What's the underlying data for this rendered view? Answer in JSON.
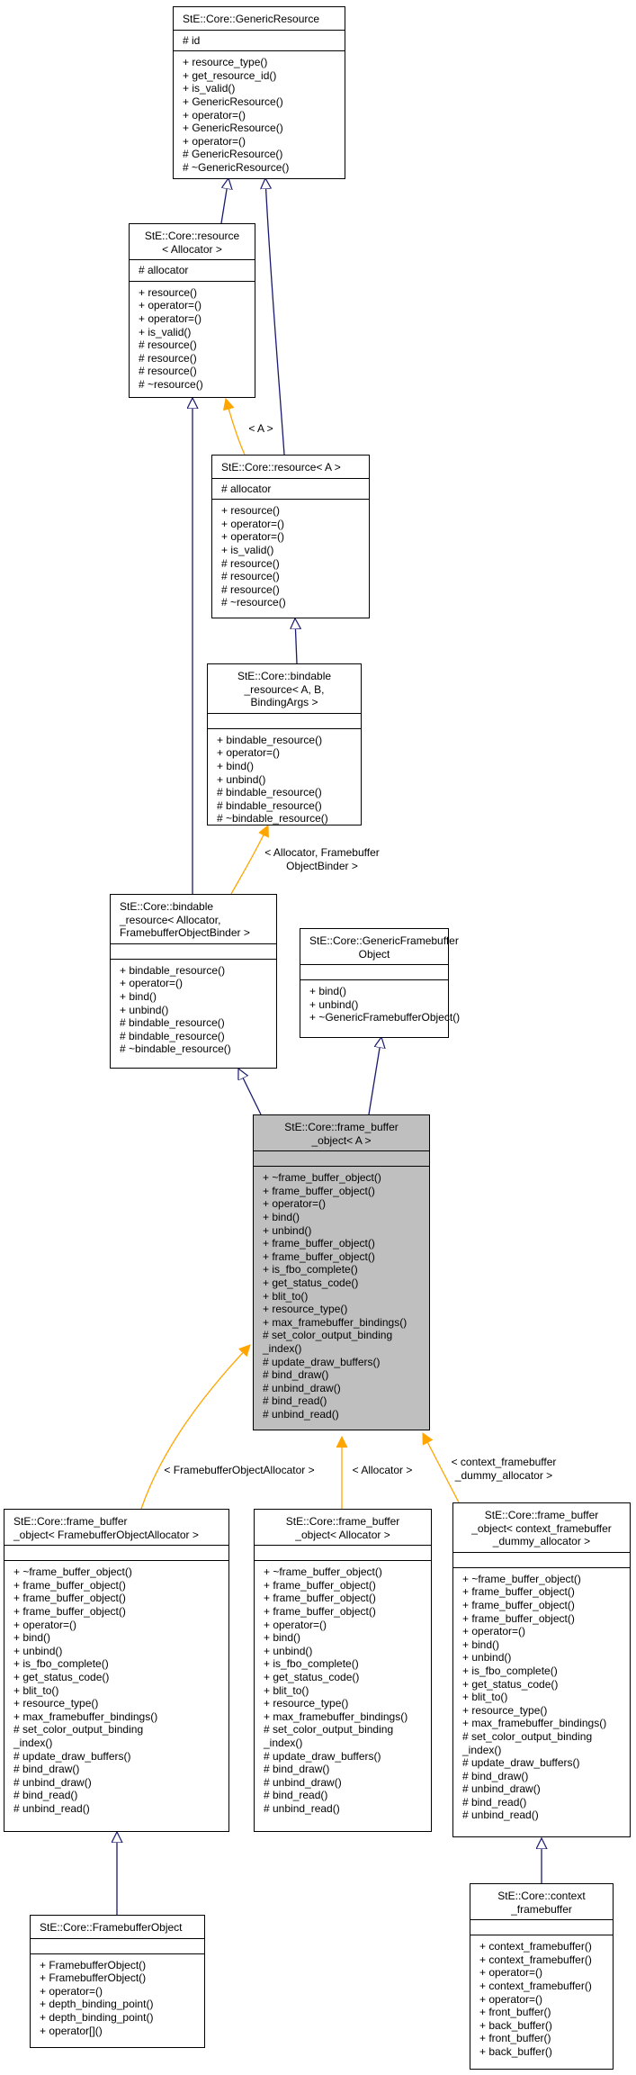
{
  "classes": {
    "generic_resource": {
      "title": "StE::Core::GenericResource",
      "attrs": [
        "# id"
      ],
      "ops": [
        "+ resource_type()",
        "+ get_resource_id()",
        "+ is_valid()",
        "+ GenericResource()",
        "+ operator=()",
        "+ GenericResource()",
        "+ operator=()",
        "# GenericResource()",
        "# ~GenericResource()"
      ]
    },
    "resource_allocator": {
      "title": "StE::Core::resource\n< Allocator >",
      "attrs": [
        "# allocator"
      ],
      "ops": [
        "+ resource()",
        "+ operator=()",
        "+ operator=()",
        "+ is_valid()",
        "# resource()",
        "# resource()",
        "# resource()",
        "# ~resource()"
      ]
    },
    "resource_a": {
      "title": "StE::Core::resource< A >",
      "attrs": [
        "# allocator"
      ],
      "ops": [
        "+ resource()",
        "+ operator=()",
        "+ operator=()",
        "+ is_valid()",
        "# resource()",
        "# resource()",
        "# resource()",
        "# ~resource()"
      ]
    },
    "bindable_resource_a": {
      "title": "StE::Core::bindable\n_resource< A, B, BindingArgs >",
      "attrs": [],
      "ops": [
        "+ bindable_resource()",
        "+ operator=()",
        "+ bind()",
        "+ unbind()",
        "# bindable_resource()",
        "# bindable_resource()",
        "# ~bindable_resource()"
      ]
    },
    "bindable_resource_alloc": {
      "title": "StE::Core::bindable\n_resource< Allocator,\nFramebufferObjectBinder >",
      "attrs": [],
      "ops": [
        "+ bindable_resource()",
        "+ operator=()",
        "+ bind()",
        "+ unbind()",
        "# bindable_resource()",
        "# bindable_resource()",
        "# ~bindable_resource()"
      ]
    },
    "generic_framebuffer_object": {
      "title": "StE::Core::GenericFramebuffer\nObject",
      "attrs": [],
      "ops": [
        "+ bind()",
        "+ unbind()",
        "+ ~GenericFramebufferObject()"
      ]
    },
    "frame_buffer_object_a": {
      "title": "StE::Core::frame_buffer\n_object< A >",
      "attrs": [],
      "ops": [
        "+ ~frame_buffer_object()",
        "+ frame_buffer_object()",
        "+ operator=()",
        "+ bind()",
        "+ unbind()",
        "+ frame_buffer_object()",
        "+ frame_buffer_object()",
        "+ is_fbo_complete()",
        "+ get_status_code()",
        "+ blit_to()",
        "+ resource_type()",
        "+ max_framebuffer_bindings()",
        "# set_color_output_binding\n_index()",
        "# update_draw_buffers()",
        "# bind_draw()",
        "# unbind_draw()",
        "# bind_read()",
        "# unbind_read()"
      ]
    },
    "fbo_fboallocator": {
      "title": "StE::Core::frame_buffer\n_object< FramebufferObjectAllocator >",
      "attrs": [],
      "ops": [
        "+ ~frame_buffer_object()",
        "+ frame_buffer_object()",
        "+ frame_buffer_object()",
        "+ frame_buffer_object()",
        "+ operator=()",
        "+ bind()",
        "+ unbind()",
        "+ is_fbo_complete()",
        "+ get_status_code()",
        "+ blit_to()",
        "+ resource_type()",
        "+ max_framebuffer_bindings()",
        "# set_color_output_binding\n_index()",
        "# update_draw_buffers()",
        "# bind_draw()",
        "# unbind_draw()",
        "# bind_read()",
        "# unbind_read()"
      ]
    },
    "fbo_allocator": {
      "title": "StE::Core::frame_buffer\n_object< Allocator >",
      "attrs": [],
      "ops": [
        "+ ~frame_buffer_object()",
        "+ frame_buffer_object()",
        "+ frame_buffer_object()",
        "+ frame_buffer_object()",
        "+ operator=()",
        "+ bind()",
        "+ unbind()",
        "+ is_fbo_complete()",
        "+ get_status_code()",
        "+ blit_to()",
        "+ resource_type()",
        "+ max_framebuffer_bindings()",
        "# set_color_output_binding\n_index()",
        "# update_draw_buffers()",
        "# bind_draw()",
        "# unbind_draw()",
        "# bind_read()",
        "# unbind_read()"
      ]
    },
    "fbo_context_dummy": {
      "title": "StE::Core::frame_buffer\n_object< context_framebuffer\n_dummy_allocator >",
      "attrs": [],
      "ops": [
        "+ ~frame_buffer_object()",
        "+ frame_buffer_object()",
        "+ frame_buffer_object()",
        "+ frame_buffer_object()",
        "+ operator=()",
        "+ bind()",
        "+ unbind()",
        "+ is_fbo_complete()",
        "+ get_status_code()",
        "+ blit_to()",
        "+ resource_type()",
        "+ max_framebuffer_bindings()",
        "# set_color_output_binding\n_index()",
        "# update_draw_buffers()",
        "# bind_draw()",
        "# unbind_draw()",
        "# bind_read()",
        "# unbind_read()"
      ]
    },
    "framebuffer_object": {
      "title": "StE::Core::FramebufferObject",
      "attrs": [],
      "ops": [
        "+ FramebufferObject()",
        "+ FramebufferObject()",
        "+ operator=()",
        "+ depth_binding_point()",
        "+ depth_binding_point()",
        "+ operator[]()"
      ]
    },
    "context_framebuffer": {
      "title": "StE::Core::context\n_framebuffer",
      "attrs": [],
      "ops": [
        "+ context_framebuffer()",
        "+ context_framebuffer()",
        "+ operator=()",
        "+ context_framebuffer()",
        "+ operator=()",
        "+ front_buffer()",
        "+ back_buffer()",
        "+ front_buffer()",
        "+ back_buffer()"
      ]
    }
  },
  "edge_labels": {
    "a": "< A >",
    "alloc_fbobinder": "< Allocator, Framebuffer\nObjectBinder >",
    "fboallocator": "< FramebufferObjectAllocator >",
    "allocator": "< Allocator >",
    "context_dummy": "< context_framebuffer\n_dummy_allocator >"
  },
  "colors": {
    "inheritance": "#191970",
    "template": "#ffa500",
    "focus_fill": "#bfbfbf"
  }
}
